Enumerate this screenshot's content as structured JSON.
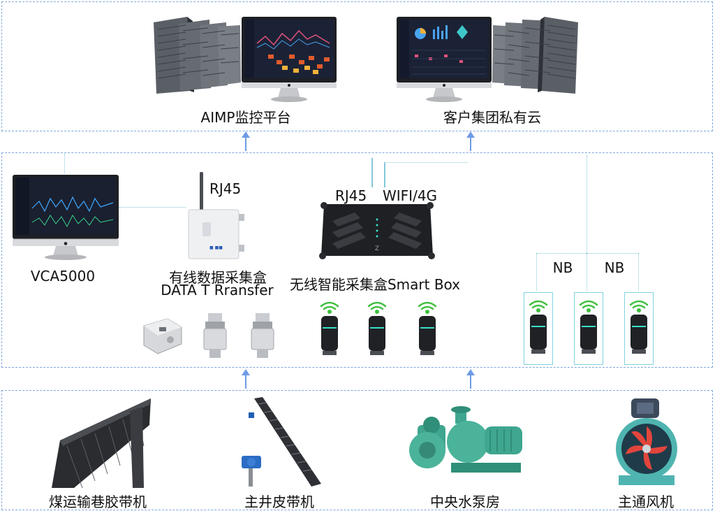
{
  "top_tier": {
    "aimp_platform": "AIMP监控平台",
    "private_cloud": "客户集团私有云"
  },
  "middle_tier": {
    "vca5000": "VCA5000",
    "rj45_wired": "RJ45",
    "wired_box_cn": "有线数据采集盒",
    "wired_box_en": "DATA T  Rransfer",
    "rj45_wireless": "RJ45",
    "wifi_4g": "WIFI/4G",
    "smart_box": "无线智能采集盒Smart Box",
    "nb_1": "NB",
    "nb_2": "NB"
  },
  "bottom_tier": {
    "coal_conveyor": "煤运输巷胶带机",
    "main_shaft_belt": "主井皮带机",
    "central_pump_house": "中央水泵房",
    "main_ventilator": "主通风机"
  },
  "colors": {
    "dashed_border": "#7ea7de",
    "arrow": "#6d9be6",
    "dotted_line": "#84c8d8",
    "wifi_icon": "#3fbf3f"
  }
}
